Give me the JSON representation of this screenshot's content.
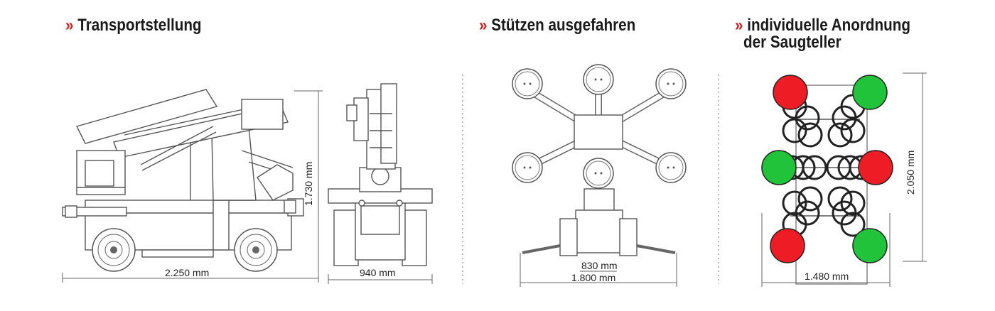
{
  "headings": {
    "transport": {
      "marker": "»",
      "text": "Transportstellung"
    },
    "stuetzen": {
      "marker": "»",
      "text": "Stützen ausgefahren"
    },
    "anordnung": {
      "marker": "»",
      "text_line1": "individuelle Anordnung",
      "text_line2": "der Saugteller"
    }
  },
  "dimensions": {
    "transport_length": "2.250 mm",
    "transport_height": "1.730 mm",
    "transport_width": "940 mm",
    "stuetzen_inner": "830 mm",
    "stuetzen_outer": "1.800 mm",
    "anordnung_height": "2.050 mm",
    "anordnung_width": "1.480 mm"
  },
  "colors": {
    "accent": "#cc1f1f",
    "text": "#1a1a1a",
    "line": "#555555",
    "cup_red": "#ee1c24",
    "cup_green": "#20c33a",
    "separator": "#bbbbbb"
  },
  "suction_cups": [
    {
      "position": "top-left",
      "color": "red"
    },
    {
      "position": "top-right",
      "color": "green"
    },
    {
      "position": "middle-left",
      "color": "green"
    },
    {
      "position": "middle-right",
      "color": "red"
    },
    {
      "position": "bottom-left",
      "color": "red"
    },
    {
      "position": "bottom-right",
      "color": "green"
    }
  ]
}
